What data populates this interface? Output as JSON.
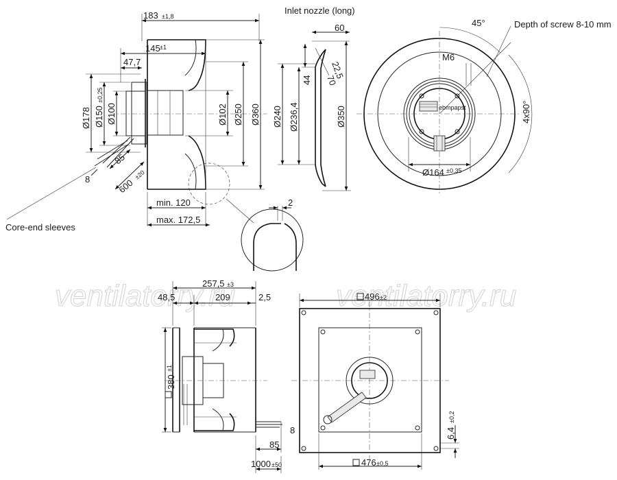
{
  "labels": {
    "inlet_nozzle": "Inlet nozzle (long)",
    "depth_of_screw": "Depth of screw 8-10 mm",
    "core_end_sleeves": "Core-end sleeves"
  },
  "watermark": [
    "ventilatorry.ru",
    "ventilatorry.ru"
  ],
  "side_view": {
    "overall_width": "183",
    "overall_width_tol": "±1,8",
    "width_145": "145",
    "width_145_tol": "±1",
    "width_47": "47,7",
    "d178": "Ø178",
    "d150": "Ø150",
    "d150_tol": "±0,25",
    "d100": "Ø100",
    "d102": "Ø102",
    "d250": "Ø250",
    "d360": "Ø360",
    "cable_85": "85",
    "cable_600": "600",
    "cable_600_tol": "±20",
    "cable_8": "8",
    "min_120": "min. 120",
    "max_172": "max. 172,5"
  },
  "nozzle": {
    "w60": "60",
    "a22": "22,5",
    "h44": "44",
    "r70": "70",
    "d240": "Ø240",
    "d236": "Ø236,4",
    "d350": "Ø350",
    "detail_2": "2"
  },
  "front_view": {
    "angle45": "45°",
    "m6": "M6",
    "holes": "4x90°",
    "d164": "Ø164",
    "d164_tol": "±0,35"
  },
  "module_side": {
    "w257": "257,5",
    "w257_tol": "±3",
    "w48": "48,5",
    "w209": "209",
    "w2": "2,5",
    "sq380": "380",
    "sq380_tol": "±1",
    "cable_8": "8",
    "cable_85": "85",
    "cable_1000": "1000",
    "cable_1000_tol": "±50"
  },
  "module_front": {
    "sq496": "496",
    "sq496_tol": "±2",
    "sq476": "476",
    "sq476_tol": "±0,5",
    "t64": "6,4",
    "t64_tol": "±0,2"
  }
}
